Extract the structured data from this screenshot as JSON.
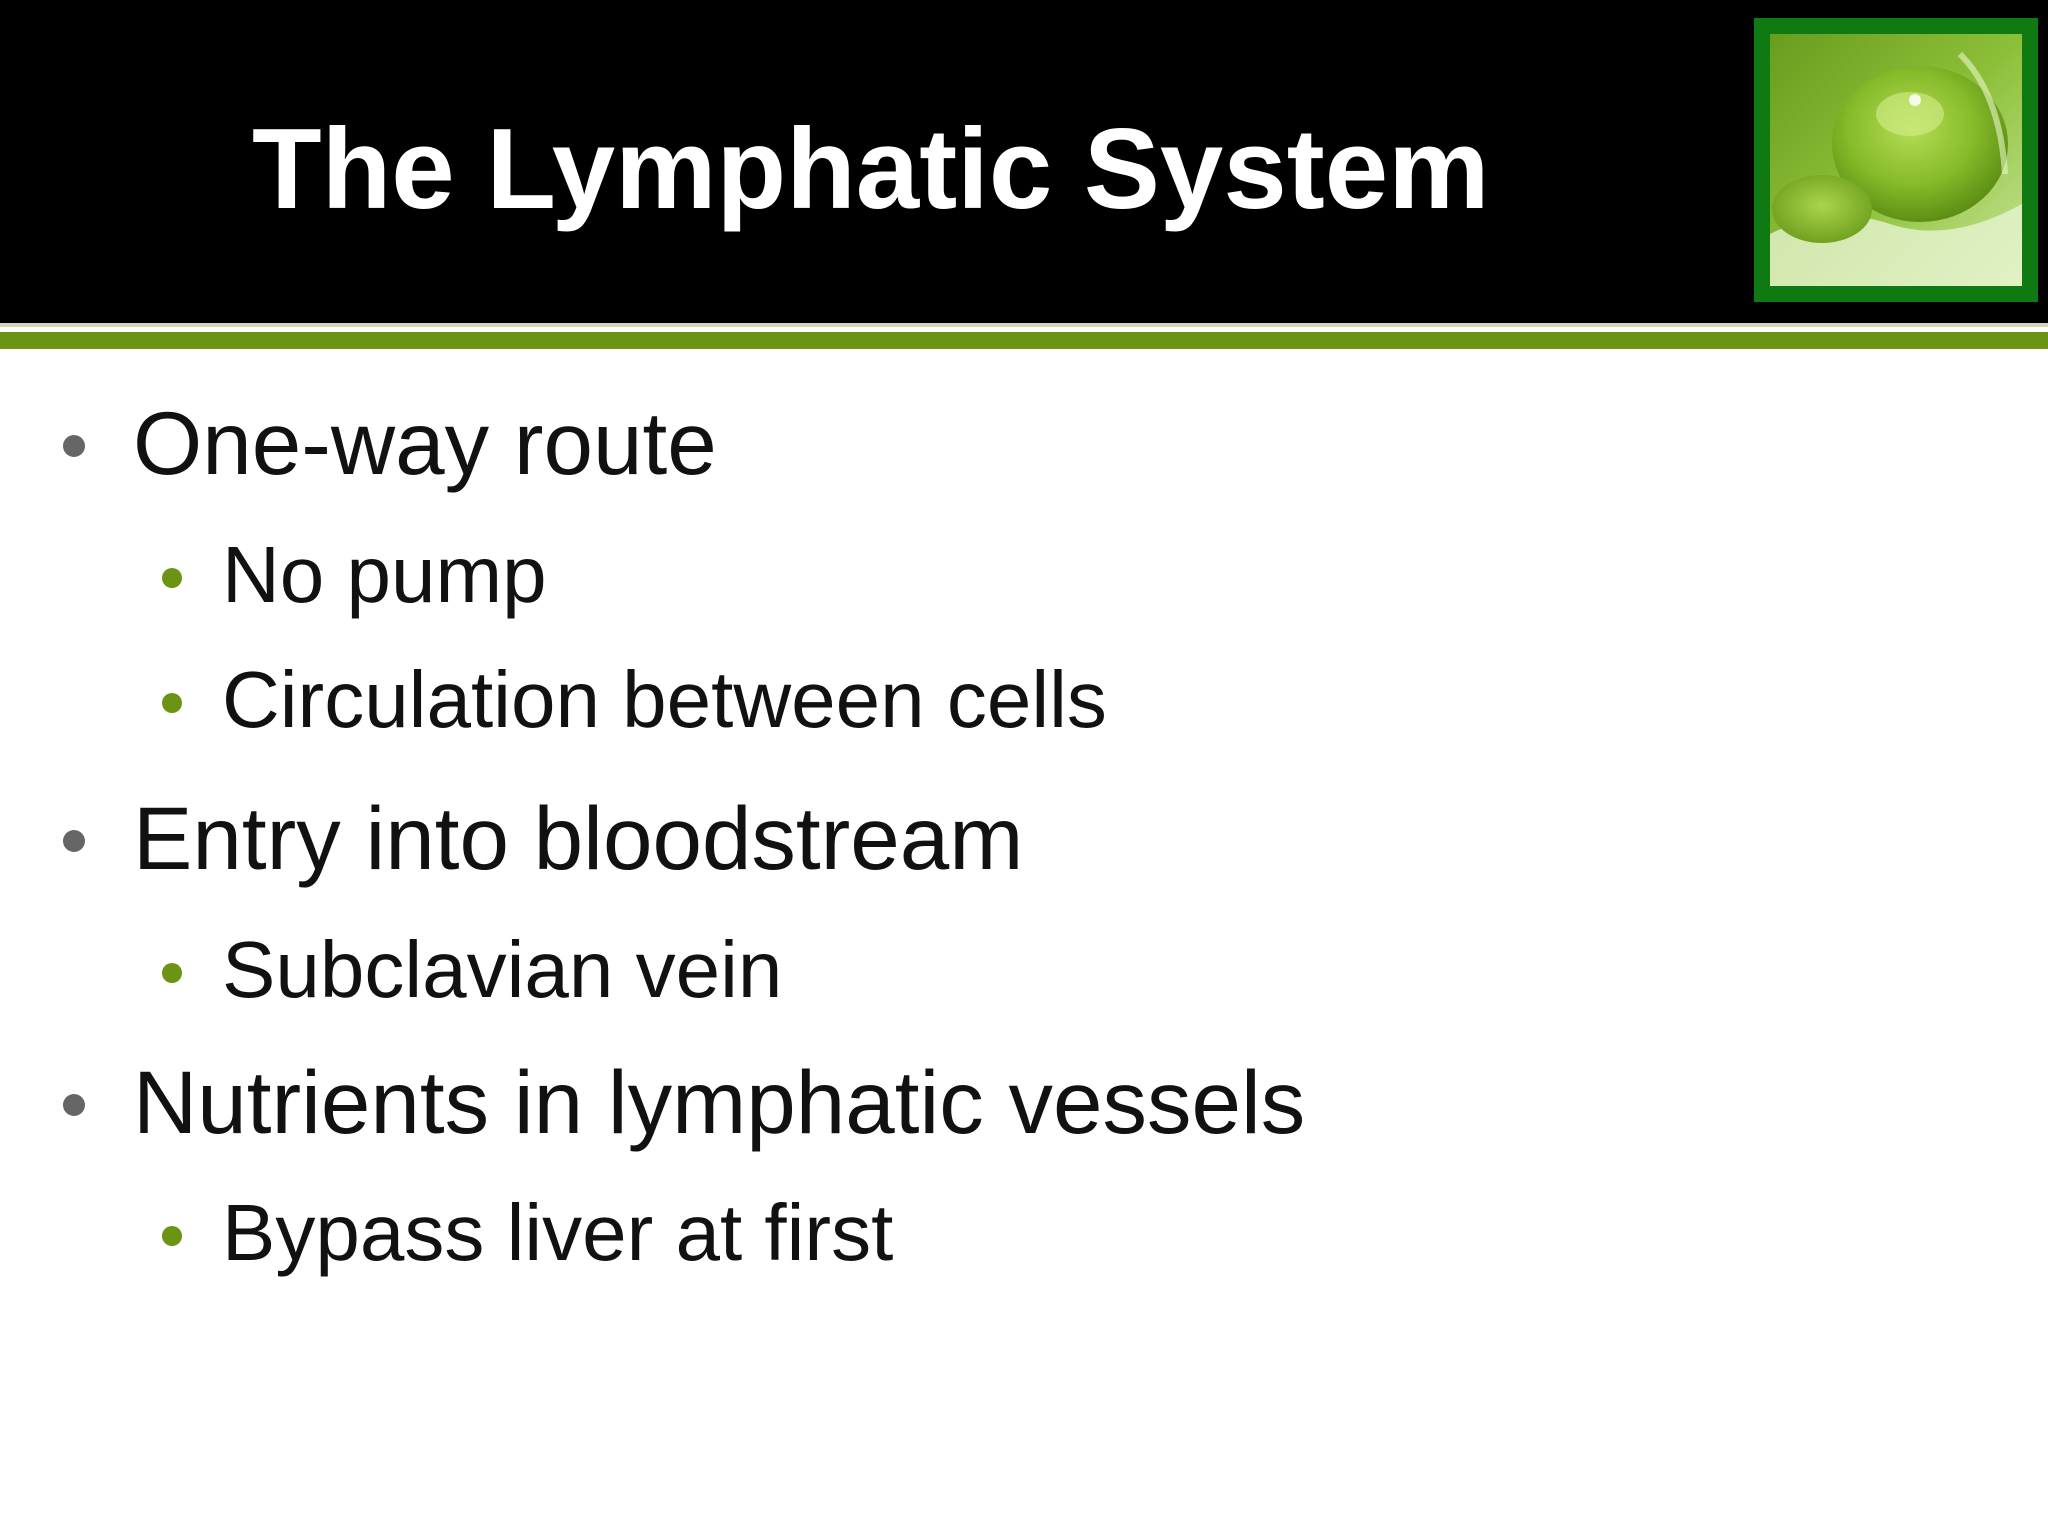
{
  "slide": {
    "title": "The Lymphatic System",
    "colors": {
      "header_background": "#000000",
      "title_text": "#ffffff",
      "accent_green": "#6c9414",
      "frame_green": "#0f7a12",
      "level1_bullet": "#666666",
      "body_text": "#111111"
    },
    "bullets": [
      {
        "level": 1,
        "text": "One-way route"
      },
      {
        "level": 2,
        "text": "No pump"
      },
      {
        "level": 2,
        "text": "Circulation between cells"
      },
      {
        "level": 1,
        "text": "Entry into bloodstream"
      },
      {
        "level": 2,
        "text": "Subclavian vein"
      },
      {
        "level": 1,
        "text": "Nutrients in lymphatic vessels"
      },
      {
        "level": 2,
        "text": "Bypass liver at first"
      }
    ]
  }
}
